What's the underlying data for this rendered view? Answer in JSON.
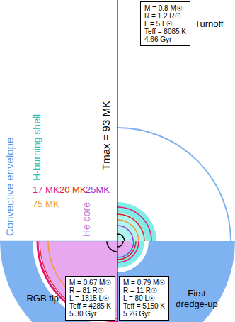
{
  "diagram": {
    "nodes": [
      {
        "text": [
          "Turnoff",
          "M = 0.8 M☉",
          "R = 1.2 R☉",
          "L = 5 L☉",
          "Teff = 8085 K",
          "4.66 Gyr"
        ]
      },
      {
        "text": [
          "RGB tip",
          "M = 0.67 M☉",
          "R = 81 R☉",
          "L = 1815 L☉",
          "Teff = 4285 K",
          "5.30 Gyr"
        ]
      },
      {
        "text": [
          "First dredge-up",
          "M = 0.79 M☉",
          "R = 11 R☉",
          "L = 80 L☉",
          "Teff = 5150 K",
          "5.26 Gyr"
        ]
      }
    ],
    "labels": [
      "Convective envelope",
      "H-burning shell",
      "17 MK",
      "20 MK",
      "25MK",
      "75 MK",
      "He core",
      "Tmax = 93 MK"
    ]
  }
}
